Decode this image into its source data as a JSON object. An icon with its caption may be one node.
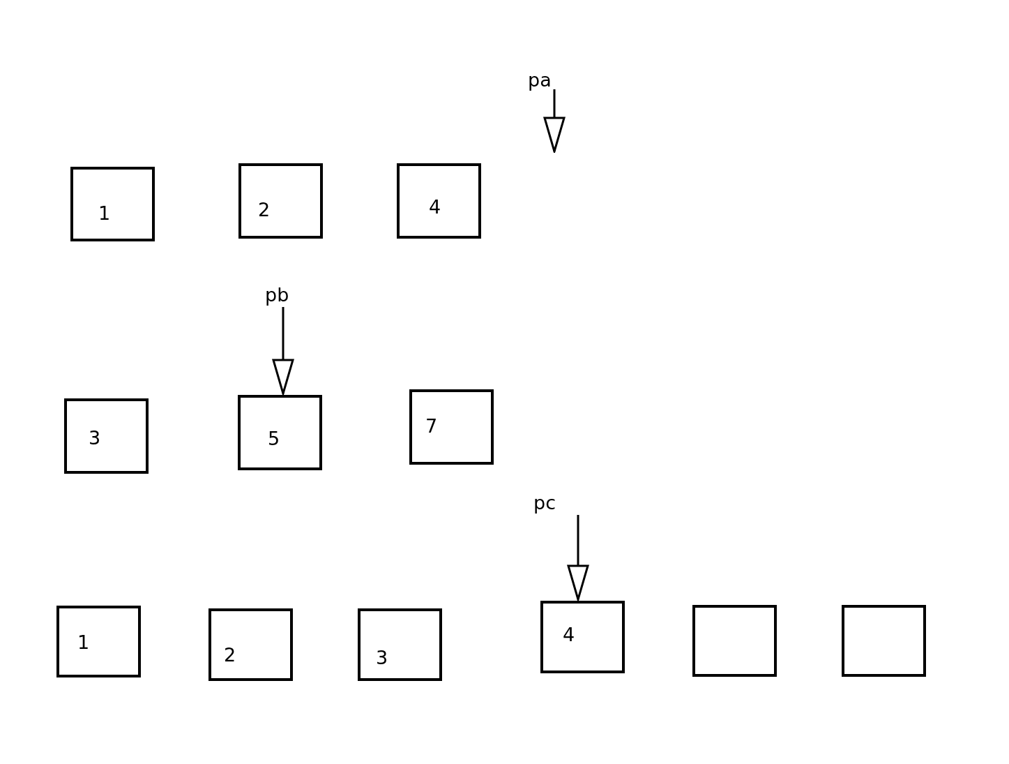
{
  "diagram": {
    "nodes": [
      {
        "text": [
          "pa"
        ]
      },
      {
        "text": [
          "1"
        ]
      },
      {
        "text": [
          "2"
        ]
      },
      {
        "text": [
          "4"
        ]
      },
      {
        "text": [
          "pb"
        ]
      },
      {
        "text": [
          "3"
        ]
      },
      {
        "text": [
          "5"
        ]
      },
      {
        "text": [
          "7"
        ]
      },
      {
        "text": [
          "pc"
        ]
      },
      {
        "text": [
          "1"
        ]
      },
      {
        "text": [
          "2"
        ]
      },
      {
        "text": [
          "3"
        ]
      },
      {
        "text": [
          "4"
        ]
      },
      {
        "text": [],
        "shape": "box"
      },
      {
        "text": [],
        "shape": "box"
      }
    ],
    "edges": [
      {
        "from": 0,
        "to": null,
        "arrow": "to"
      },
      {
        "from": 4,
        "to": 6,
        "arrow": "to"
      },
      {
        "from": 8,
        "to": 12,
        "arrow": "to"
      }
    ]
  }
}
